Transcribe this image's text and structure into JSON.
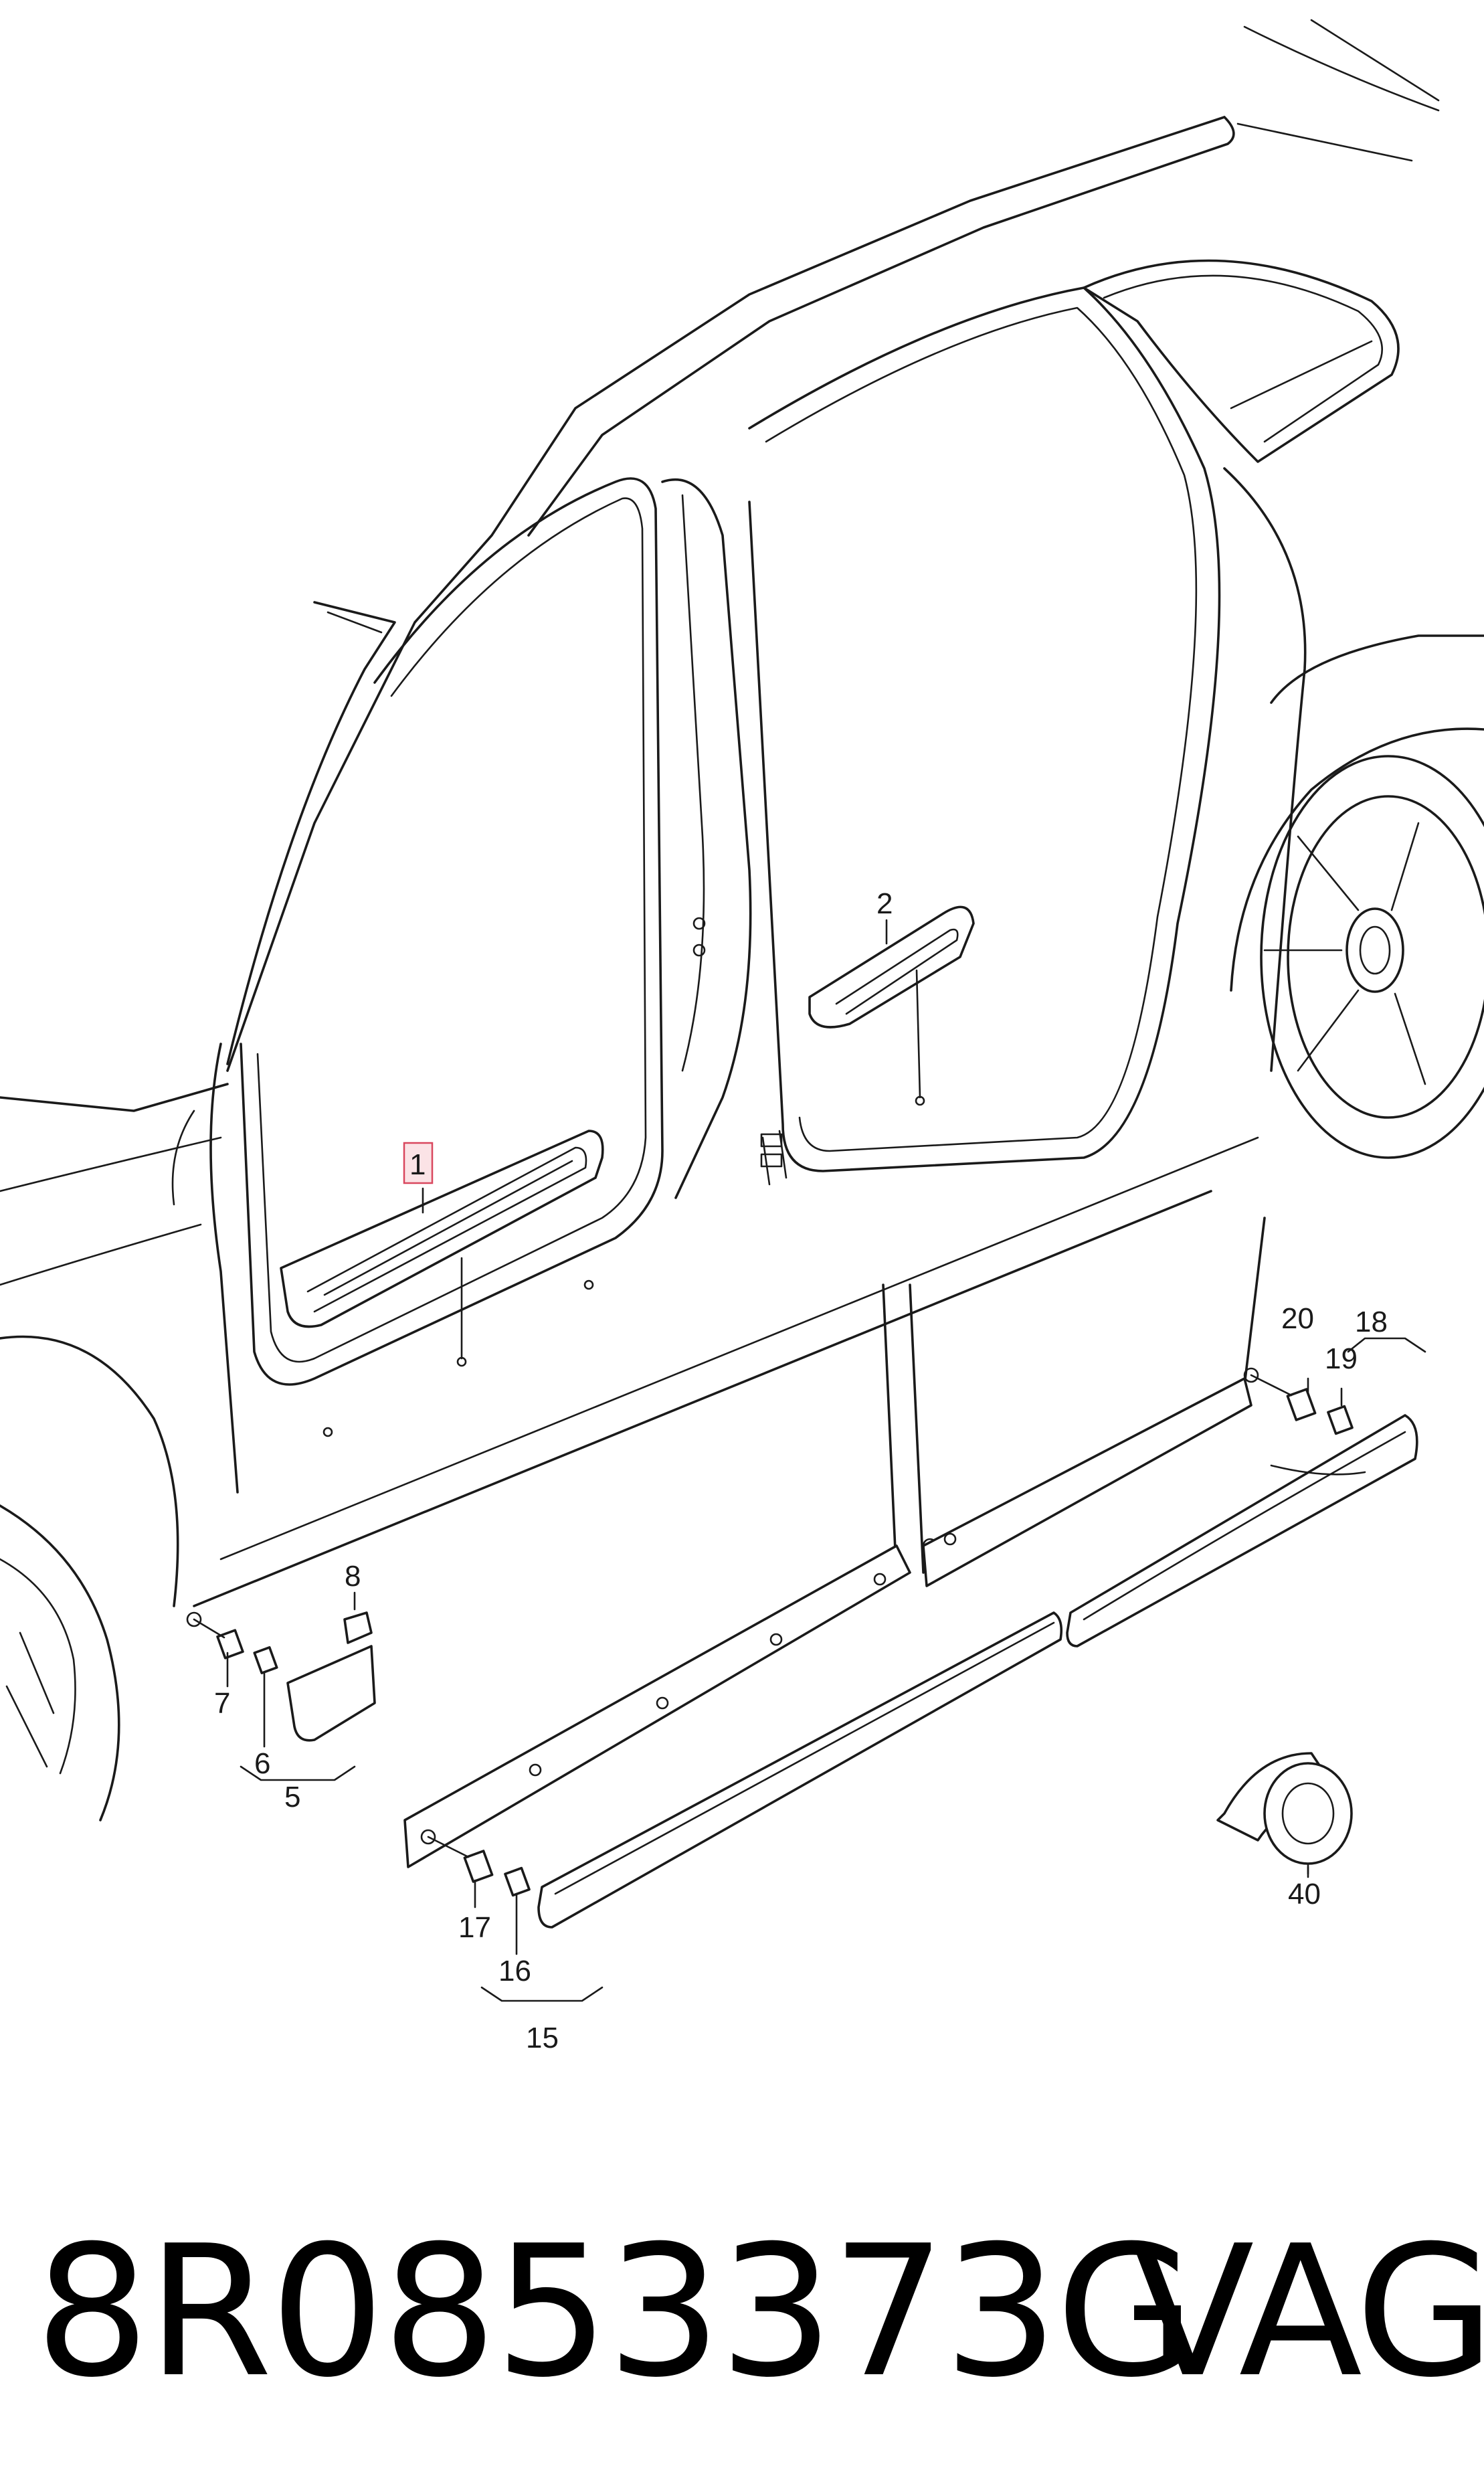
{
  "diagram": {
    "callouts": [
      {
        "id": "1",
        "label": "1",
        "highlighted": true
      },
      {
        "id": "2",
        "label": "2"
      },
      {
        "id": "5",
        "label": "5"
      },
      {
        "id": "6",
        "label": "6"
      },
      {
        "id": "7",
        "label": "7"
      },
      {
        "id": "8",
        "label": "8"
      },
      {
        "id": "15",
        "label": "15"
      },
      {
        "id": "16",
        "label": "16"
      },
      {
        "id": "17",
        "label": "17"
      },
      {
        "id": "18",
        "label": "18"
      },
      {
        "id": "19",
        "label": "19"
      },
      {
        "id": "20",
        "label": "20"
      },
      {
        "id": "40",
        "label": "40"
      }
    ],
    "highlight_color": "#d9475e"
  },
  "caption": {
    "part_number": "8R0853373G",
    "brand": "VAG"
  }
}
